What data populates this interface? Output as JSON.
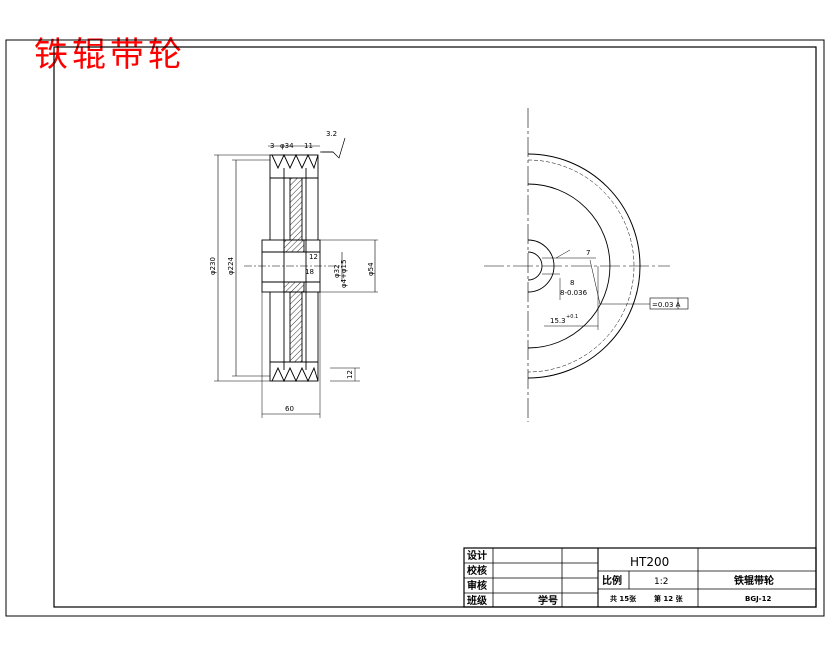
{
  "corner_title": "铁辊带轮",
  "section_view": {
    "dims": {
      "top_left": "3",
      "top_mid": "φ34",
      "top_right": "11",
      "roughness": "3.2",
      "outer_dia": "φ230",
      "pitch_dia": "φ224",
      "hub_width": "12",
      "bore_a": "φ32",
      "bore_b": "φ4+φ15",
      "hub_dia": "φ54",
      "small_note": "18",
      "right_small": "12",
      "overall_width": "60"
    }
  },
  "end_view": {
    "dims": {
      "keyway_w": "8",
      "keyway_tol": "8-0.036",
      "keyway_depth": "15.3",
      "keyway_depth_tol": "+0.1",
      "angle_note": "7",
      "tolerance_frame": "=0.03 A"
    }
  },
  "title_block": {
    "rows": [
      "设计",
      "校核",
      "审核",
      "班级"
    ],
    "student_no_label": "学号",
    "material": "HT200",
    "scale_label": "比例",
    "scale_value": "1:2",
    "sheets_total": "共 15张",
    "sheet_no": "第 12 张",
    "part_name": "铁辊带轮",
    "drawing_no": "BGJ-12"
  }
}
